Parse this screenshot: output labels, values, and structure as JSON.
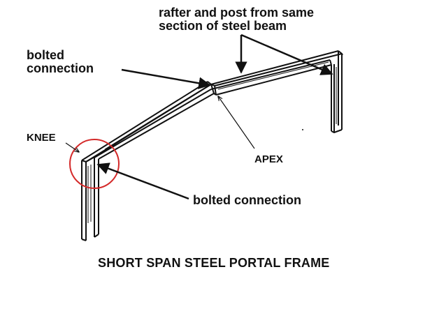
{
  "labels": {
    "rafter_line1": "rafter and post from same",
    "rafter_line2": "section of steel beam",
    "bolted_top_line1": "bolted",
    "bolted_top_line2": "connection",
    "knee": "KNEE",
    "apex": "APEX",
    "bolted_bottom": "bolted connection",
    "caption": "SHORT SPAN STEEL PORTAL FRAME"
  },
  "colors": {
    "ink": "#111111",
    "highlight_circle": "#d42a2a",
    "background": "#ffffff"
  }
}
